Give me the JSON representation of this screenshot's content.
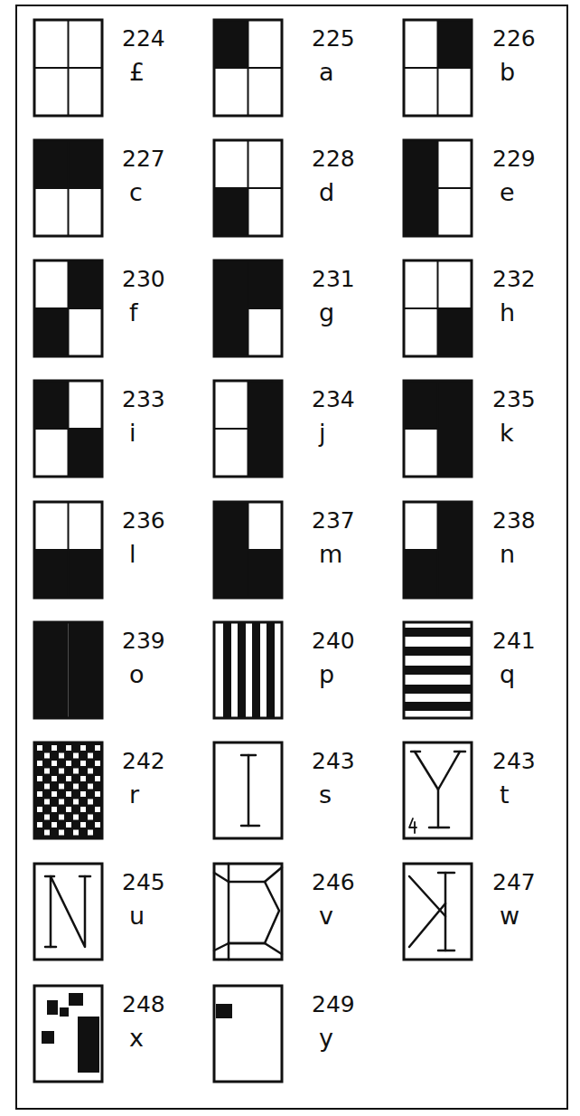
{
  "diagram": {
    "labels": [
      "224",
      "£",
      "225",
      "a",
      "226",
      "b",
      "227",
      "c",
      "228",
      "d",
      "229",
      "e",
      "230",
      "f",
      "231",
      "g",
      "232",
      "h",
      "233",
      "i",
      "234",
      "j",
      "235",
      "k",
      "236",
      "l",
      "237",
      "m",
      "238",
      "n",
      "239",
      "o",
      "240",
      "p",
      "241",
      "q",
      "242",
      "r",
      "243",
      "s",
      "243",
      "t",
      "245",
      "u",
      "246",
      "v",
      "247",
      "w",
      "248",
      "x",
      "249",
      "y"
    ]
  }
}
